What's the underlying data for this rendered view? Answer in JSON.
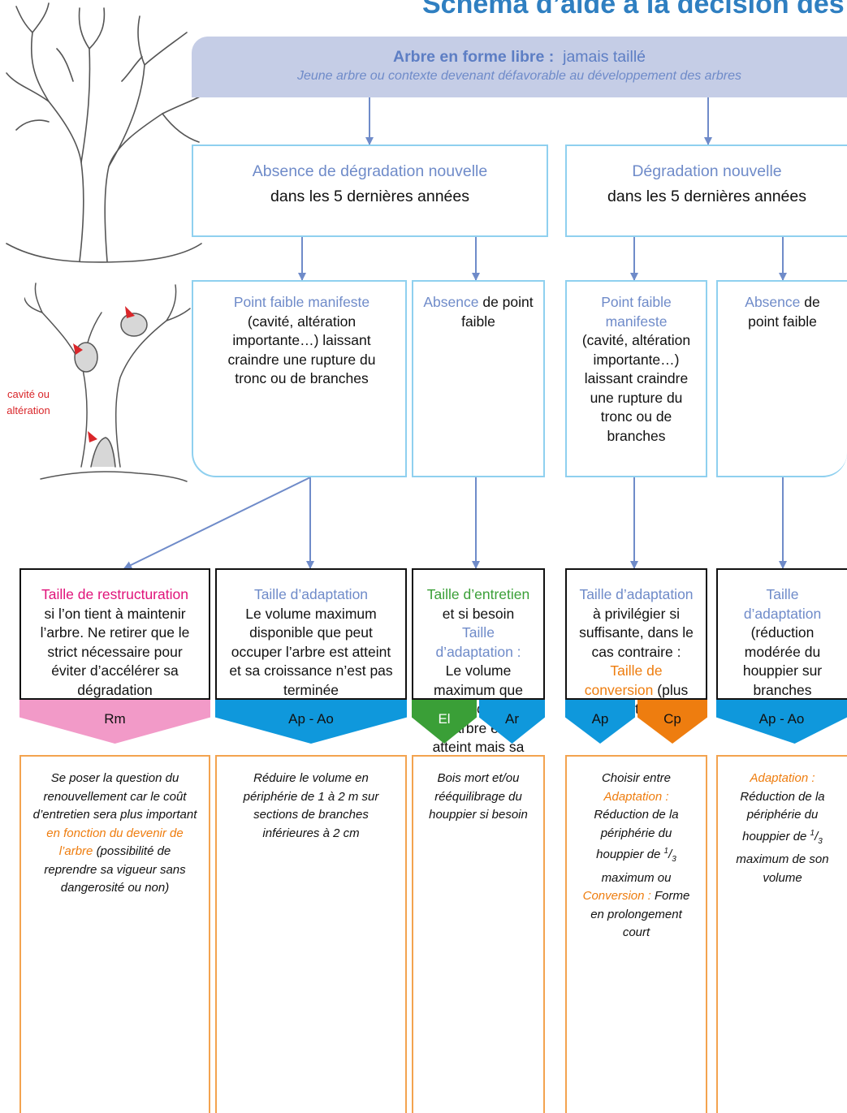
{
  "header": {
    "title": "Schéma d’aide à la décision des catégories"
  },
  "top_box": {
    "bold": "Arbre en forme libre :",
    "rest": "jamais taillé",
    "subtitle": "Jeune arbre ou contexte devenant défavorable au développement des arbres"
  },
  "level1": [
    {
      "line1": "Absence de dégradation nouvelle",
      "line2": "dans les 5 dernières années"
    },
    {
      "line1": "Dégradation nouvelle",
      "line2": "dans les 5 dernières années"
    }
  ],
  "side_caption": "cavité ou altération",
  "level2": [
    {
      "head": "Point faible manifeste",
      "text": "(cavité, altération importante…) laissant craindre une rupture du tronc ou de branches"
    },
    {
      "head": "Absence",
      "text": "de point faible"
    },
    {
      "head": "Point faible manifeste",
      "text": "(cavité, altération importante…) laissant craindre une rupture du tronc ou de branches"
    },
    {
      "head": "Absence",
      "text": "de point faible"
    }
  ],
  "level3": {
    "col1": {
      "head": "Taille de restructuration",
      "text": "si l’on tient à maintenir l’arbre. Ne retirer que le strict nécessaire pour éviter d’accélérer sa dégradation"
    },
    "col2": {
      "head": "Taille d’adaptation",
      "text": "Le volume maximum disponible que peut occuper l’arbre est atteint et sa croissance n’est pas terminée"
    },
    "col3": {
      "head": "Taille d’entretien",
      "mid": "et si besoin",
      "head2": "Taille d’adaptation :",
      "text": "Le volume maximum que peut occuper l’arbre est atteint mais sa croissance est terminée"
    },
    "col4": {
      "head": "Taille d’adaptation",
      "mid": "à privilégier si suffisante, dans le cas contraire :",
      "head2": "Taille de conversion",
      "text": "(plus traumatisante)"
    },
    "col5": {
      "head": "Taille d’adaptation",
      "text": "(réduction modérée du houppier sur branches fines)"
    }
  },
  "tags": [
    {
      "label": "Rm",
      "color": "#f29ac8"
    },
    {
      "label": "Ap - Ao",
      "color": "#0f98dc"
    },
    {
      "label": "El",
      "color": "#3a9f37"
    },
    {
      "label": "Ar",
      "color": "#0f98dc"
    },
    {
      "label": "Ap",
      "color": "#0f98dc"
    },
    {
      "label": "Cp",
      "color": "#ee7d0f"
    },
    {
      "label": "Ap - Ao",
      "color": "#0f98dc"
    }
  ],
  "notes": {
    "col1": {
      "a": "Se poser la question du renouvellement car le coût d’entretien sera plus important",
      "b": "en fonction du devenir de l’arbre",
      "c": "(possibilité de reprendre sa vigueur sans dangerosité ou non)"
    },
    "col2": {
      "a": "Réduire le volume en périphérie de 1 à 2 m sur sections de branches inférieures à 2 cm"
    },
    "col3": {
      "a": "Bois mort et/ou rééquilibrage du houppier si besoin"
    },
    "col4": {
      "a": "Choisir entre",
      "b": "Adaptation :",
      "c": "Réduction de la périphérie du houppier de",
      "frac_n": "1",
      "frac_d": "3",
      "d": "maximum ou",
      "e": "Conversion :",
      "f": "Forme en prolongement court"
    },
    "col5": {
      "a": "Adaptation :",
      "b": "Réduction de la périphérie du houppier de",
      "frac_n": "1",
      "frac_d": "3",
      "c": "maximum de son volume"
    }
  }
}
